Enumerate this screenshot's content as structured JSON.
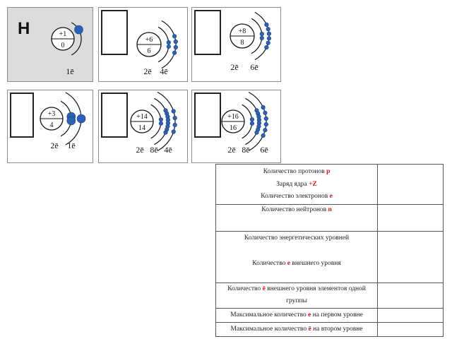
{
  "atoms": [
    {
      "id": "H",
      "symbol": "H",
      "charge": "+1",
      "neutrons": "0",
      "shells": [
        {
          "count": 1,
          "label": "1ē"
        }
      ]
    },
    {
      "id": "C",
      "symbol": "",
      "charge": "+6",
      "neutrons": "6",
      "shells": [
        {
          "count": 2,
          "label": "2ē"
        },
        {
          "count": 4,
          "label": "4ē"
        }
      ]
    },
    {
      "id": "O",
      "symbol": "",
      "charge": "+8",
      "neutrons": "8",
      "shells": [
        {
          "count": 2,
          "label": "2ē"
        },
        {
          "count": 6,
          "label": "6ē"
        }
      ]
    },
    {
      "id": "Li",
      "symbol": "",
      "charge": "+3",
      "neutrons": "4",
      "shells": [
        {
          "count": 2,
          "label": "2ē"
        },
        {
          "count": 1,
          "label": "1ē"
        }
      ]
    },
    {
      "id": "Si",
      "symbol": "",
      "charge": "+14",
      "neutrons": "14",
      "shells": [
        {
          "count": 2,
          "label": "2ē"
        },
        {
          "count": 8,
          "label": "8ē"
        },
        {
          "count": 4,
          "label": "4ē"
        }
      ]
    },
    {
      "id": "S",
      "symbol": "",
      "charge": "+16",
      "neutrons": "16",
      "shells": [
        {
          "count": 2,
          "label": "2ē"
        },
        {
          "count": 8,
          "label": "8ē"
        },
        {
          "count": 6,
          "label": "6ē"
        }
      ]
    }
  ],
  "table": {
    "r1": {
      "l1a": "Количество протонов ",
      "l1b": "p",
      "l2a": "Заряд ядра ",
      "l2b": "+Z",
      "l3a": "Количество электронов ",
      "l3b": "e"
    },
    "r2": {
      "a": "Количество нейтронов ",
      "b": "n"
    },
    "r3": {
      "l1": "Количество энергетических уровней",
      "l2a": "Количество ",
      "l2b": "e",
      "l2c": " внешнего уровня"
    },
    "r4": {
      "a": "Количество ",
      "b": "ē",
      "c": " внешнего уровня элементов одной",
      "d": "группы"
    },
    "r5": {
      "a": "Максимальное количество ",
      "b": "e",
      "c": " на первом уровне"
    },
    "r6": {
      "a": "Максимальное количество ",
      "b": "ē",
      "c": " на втором уровне"
    }
  },
  "colors": {
    "electron": "#2a62b8",
    "accent_red": "#e01010"
  }
}
